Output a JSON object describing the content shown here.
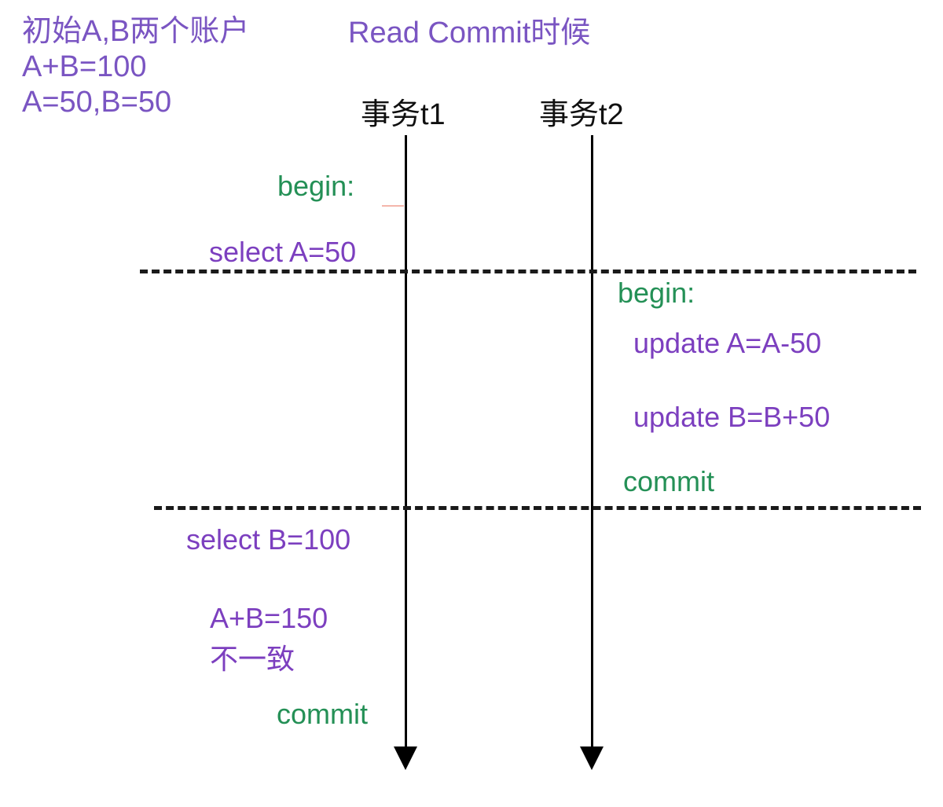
{
  "diagram": {
    "title": "Read Commit时候",
    "note": "初始A,B两个账户\nA+B=100\nA=50,B=50",
    "note_lines": [
      "初始A,B两个账户",
      "A+B=100",
      "A=50,B=50"
    ],
    "colors": {
      "note_purple": "#7a55c2",
      "statement_purple": "#7c3fbf",
      "keyword_green": "#249056",
      "lane_black": "#101010",
      "divider": "#1a1a1a",
      "background": "#ffffff"
    },
    "lanes": [
      {
        "id": "t1",
        "label": "事务t1"
      },
      {
        "id": "t2",
        "label": "事务t2"
      }
    ],
    "phase_dividers": 2,
    "t1_steps": [
      {
        "text": "begin:",
        "kind": "keyword"
      },
      {
        "text": "select A=50",
        "kind": "statement"
      },
      {
        "text": "select B=100",
        "kind": "statement"
      },
      {
        "text": "A+B=150",
        "kind": "statement"
      },
      {
        "text": "不一致",
        "kind": "statement"
      },
      {
        "text": "commit",
        "kind": "keyword"
      }
    ],
    "t2_steps": [
      {
        "text": "begin:",
        "kind": "keyword"
      },
      {
        "text": "update A=A-50",
        "kind": "statement"
      },
      {
        "text": "update B=B+50",
        "kind": "statement"
      },
      {
        "text": "commit",
        "kind": "keyword"
      }
    ]
  }
}
